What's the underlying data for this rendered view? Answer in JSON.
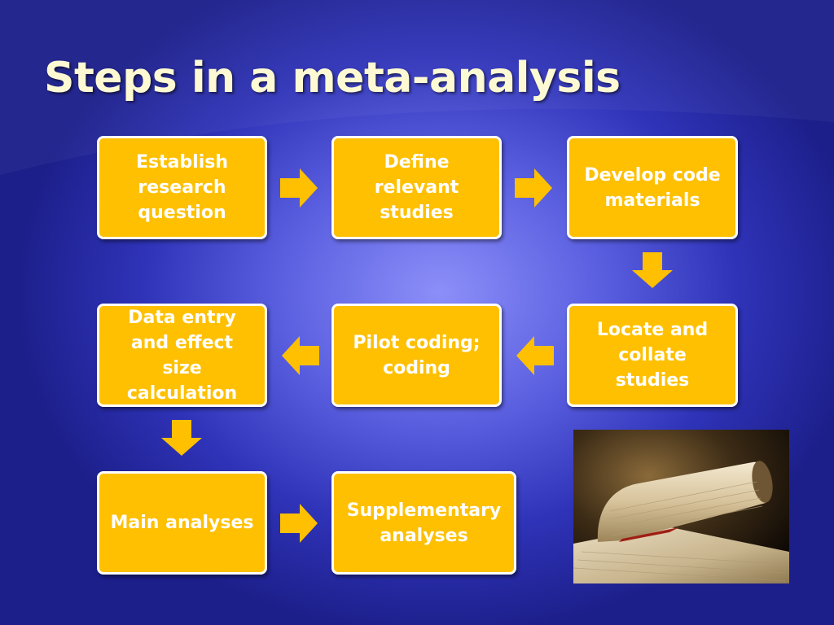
{
  "slide": {
    "title": "Steps in a meta-analysis"
  },
  "steps": {
    "s1": "Establish research question",
    "s2": "Define relevant studies",
    "s3": "Develop code materials",
    "s4": "Locate and collate studies",
    "s5": "Pilot coding; coding",
    "s6": "Data entry and effect size calculation",
    "s7": "Main analyses",
    "s8": "Supplementary analyses"
  },
  "colors": {
    "box_fill": "#fec001",
    "box_border": "#ffffff",
    "arrow_fill": "#fec001",
    "title_text": "#fdf9d3",
    "background_center": "#8c8ff8",
    "background_edge": "#1c1f8a"
  },
  "icons": {
    "arrow_right": "arrow-right-icon",
    "arrow_left": "arrow-left-icon",
    "arrow_down": "arrow-down-icon"
  },
  "image": {
    "subject": "old-paper-scroll-photo"
  }
}
